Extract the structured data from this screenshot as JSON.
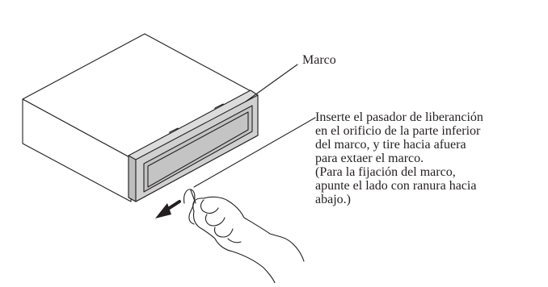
{
  "labels": {
    "frame": "Marco"
  },
  "instructions": {
    "lines": [
      "Inserte el pasador de liberanción",
      "en el orificio de la parte inferior",
      "del marco, y tire hacia afuera",
      "para extaer el marco.",
      "(Para la fijación del marco,",
      "apunte el lado con ranura hacia",
      "abajo.)"
    ]
  },
  "colors": {
    "line": "#231f20",
    "frame_fill": "#dcdcdc",
    "frame_inner": "#c8c8c8",
    "background": "#ffffff"
  }
}
